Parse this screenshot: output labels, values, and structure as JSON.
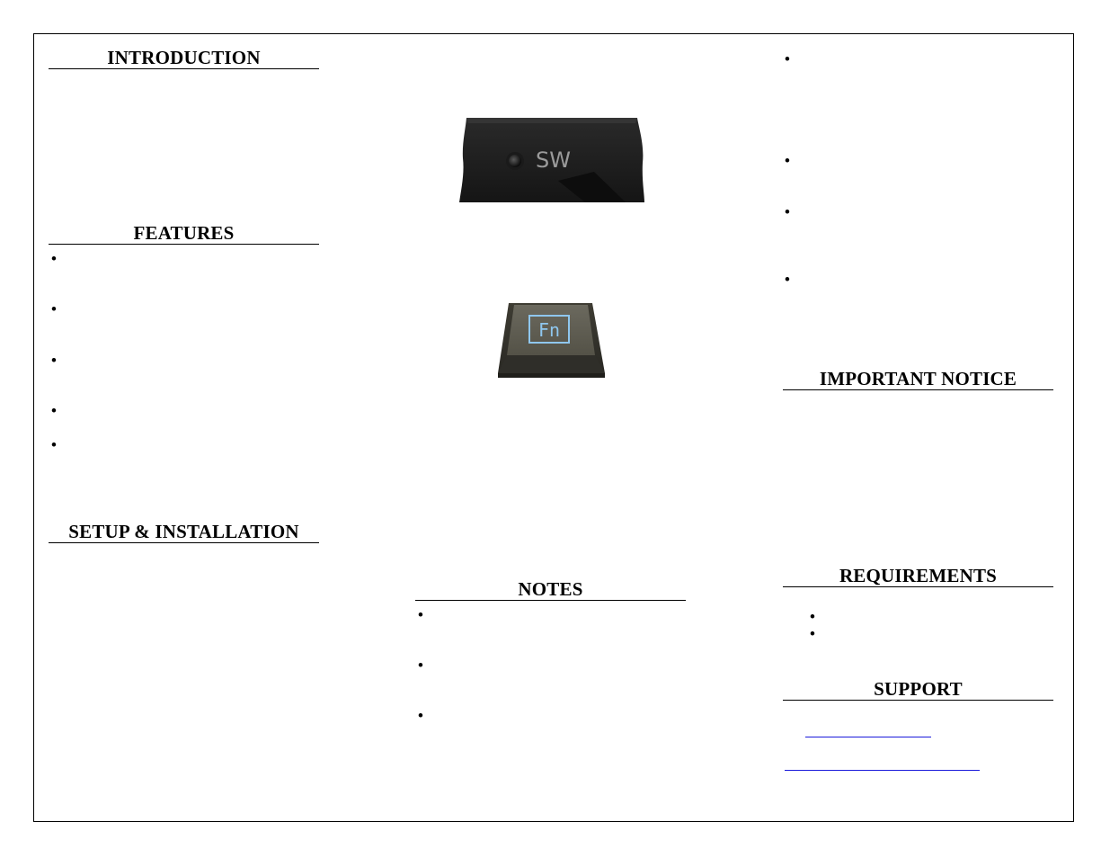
{
  "headings": {
    "introduction": "INTRODUCTION",
    "features": "FEATURES",
    "setup": "SETUP & INSTALLATION",
    "notes": "NOTES",
    "important_notice": "IMPORTANT NOTICE",
    "requirements": "REQUIREMENTS",
    "support": "SUPPORT"
  },
  "images": {
    "switch_photo_label": "SW",
    "fn_key_label": "Fn"
  },
  "bullets": {
    "features": [
      "•",
      "•",
      "•",
      "•",
      "•"
    ],
    "notes": [
      "•",
      "•",
      "•"
    ],
    "right_column": [
      "•",
      "•",
      "•",
      "•"
    ],
    "requirements": [
      "•",
      "•"
    ]
  },
  "colors": {
    "link": "#1a1adb",
    "border": "#000000"
  }
}
